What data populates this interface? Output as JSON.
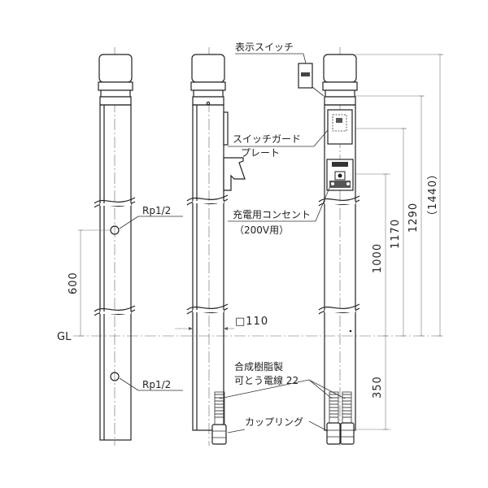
{
  "labels": {
    "display_switch": "表示スイッチ",
    "switch_guard_line1": "スイッチガード",
    "switch_guard_line2": "プレート",
    "outlet_line1": "充電用コンセント",
    "outlet_line2": "（200V用）",
    "rp_upper": "Rp1/2",
    "rp_lower": "Rp1/2",
    "square_size": "□110",
    "gl": "GL",
    "conduit_line1": "合成樹脂製",
    "conduit_line2": "可とう電線 22",
    "coupling": "カップリング"
  },
  "dimensions": {
    "d600": "600",
    "d1000": "1000",
    "d1170": "1170",
    "d1290": "1290",
    "d1440": "（1440）",
    "d350": "350"
  }
}
